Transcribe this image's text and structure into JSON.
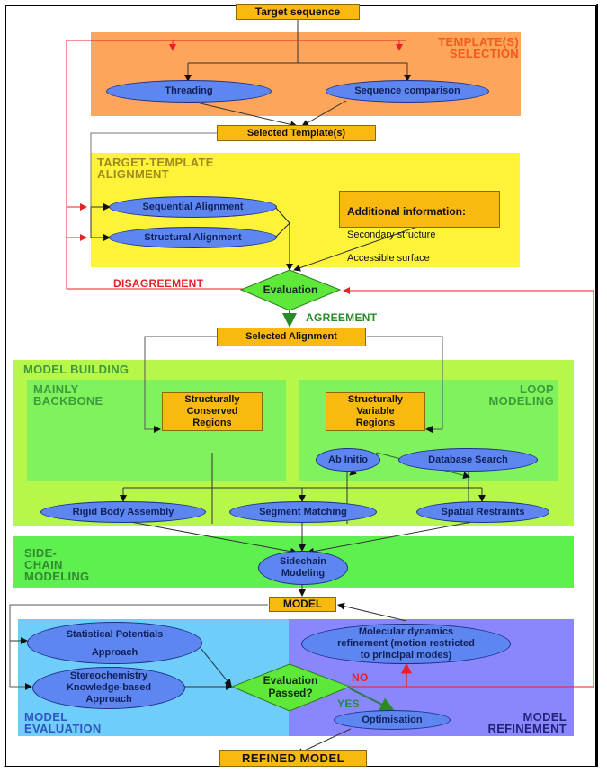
{
  "diagram": {
    "title": "Target sequence",
    "regions": {
      "template_selection": {
        "label": "TEMPLATE(S)\nSELECTION",
        "color": "#fda55a",
        "text_color": "#f25a1e"
      },
      "alignment": {
        "label": "TARGET-TEMPLATE\nALIGNMENT",
        "color": "#fdf43a",
        "text_color": "#a08a1c"
      },
      "model_building": {
        "label": "MODEL BUILDING",
        "color": "#b6f74a",
        "text_color": "#3d9a3a"
      },
      "mainly_backbone": {
        "label": "MAINLY\nBACKBONE",
        "color": "#7ff25d",
        "text_color": "#3d9a3a"
      },
      "loop_modeling": {
        "label": "LOOP\nMODELING",
        "color": "#7ff25d",
        "text_color": "#3d9a3a"
      },
      "sidechain": {
        "label": "SIDE-\nCHAIN\nMODELING",
        "color": "#5ef04e",
        "text_color": "#2f8a2f"
      },
      "model_evaluation": {
        "label": "MODEL\nEVALUATION",
        "color": "#6fcdf9",
        "text_color": "#2f55c0"
      },
      "model_refinement": {
        "label": "MODEL\nREFINEMENT",
        "color": "#8a86fb",
        "text_color": "#23227a"
      }
    },
    "nodes": {
      "target_sequence": "Target sequence",
      "threading": "Threading",
      "sequence_comparison": "Sequence comparison",
      "selected_templates": "Selected Template(s)",
      "sequential_alignment": "Sequential Alignment",
      "structural_alignment": "Structural Alignment",
      "additional_info_title": "Additional information:",
      "additional_info_line1": "Secondary structure",
      "additional_info_line2": "Accessible surface",
      "evaluation": "Evaluation",
      "selected_alignment": "Selected Alignment",
      "conserved_regions": "Structurally\nConserved\nRegions",
      "variable_regions": "Structurally\nVariable\nRegions",
      "ab_initio": "Ab Initio",
      "database_search": "Database Search",
      "rigid_body": "Rigid Body Assembly",
      "segment_matching": "Segment Matching",
      "spatial_restraints": "Spatial Restraints",
      "sidechain_modeling": "Sidechain\nModeling",
      "model": "MODEL",
      "statistical_potentials": "Statistical Potentials\n\nApproach",
      "stereochemistry": "Stereochemistry\nKnowledge-based\nApproach",
      "evaluation_passed": "Evaluation\nPassed?",
      "molecular_dynamics": "Molecular dynamics\nrefinement (motion restricted\nto principal modes)",
      "optimisation": "Optimisation",
      "refined_model": "REFINED MODEL"
    },
    "edge_labels": {
      "disagreement": "DISAGREEMENT",
      "agreement": "AGREEMENT",
      "no": "NO",
      "yes": "YES"
    },
    "colors": {
      "box_fill": "#f9b90f",
      "oval_fill": "#5d86f0",
      "diamond_fill": "#5ee83a",
      "feedback_red": "#e8202a",
      "agree_green": "#2a8a2a"
    }
  }
}
